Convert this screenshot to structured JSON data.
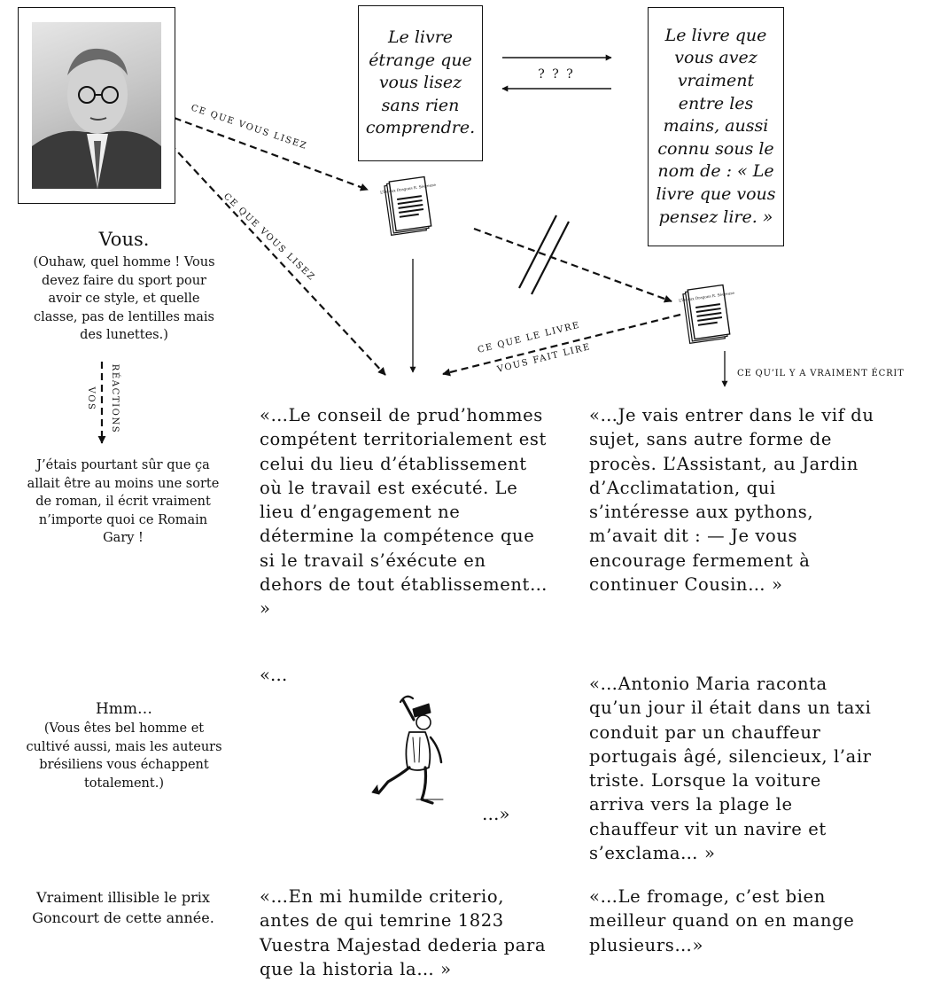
{
  "photo": {
    "caption": "Vous.",
    "description": "(Ouhaw, quel homme ! Vous devez faire du sport pour avoir ce style, et quelle classe, pas de lentilles mais des lunettes.)"
  },
  "boxes": {
    "strange_book": "Le livre étrange que vous lisez sans rien comprendre.",
    "real_book": "Le livre que vous avez vraiment entre les mains, aussi connu sous le nom de : « Le livre que vous pensez lire. »",
    "arrow_label": "? ? ?"
  },
  "arrow_labels": {
    "what_you_read_1": "CE QUE VOUS LISEZ",
    "what_you_read_2": "CE QUE VOUS LISEZ",
    "what_book_makes_read_1": "CE QUE LE LIVRE",
    "what_book_makes_read_2": "VOUS FAIT LIRE",
    "really_written": "CE QU’IL Y A VRAIMENT ÉCRIT",
    "your_reactions_1": "VOS",
    "your_reactions_2": "RÉACTIONS"
  },
  "book_cover_text": "L’Île aux Dragons  R. Sèvreuse",
  "reactions": {
    "row1": "J’étais pourtant sûr que ça allait être au moins une sorte de roman, il écrit vraiment n’importe quoi ce Romain Gary !",
    "row2_title": "Hmm…",
    "row2": "(Vous êtes bel homme et cultivé aussi, mais les auteurs brésiliens vous échappent totalement.)",
    "row3": "Vraiment illisible le prix Goncourt de cette année."
  },
  "quotes": {
    "read_row1": "«…Le conseil de prud’hommes compétent territorialement est celui du lieu d’établissement où le travail est exécuté. Le lieu d’engagement ne détermine la compétence que si le travail s’éxécute en dehors de tout établissement… »",
    "written_row1": "«…Je vais entrer dans le vif du sujet, sans autre forme de procès. L’Assistant, au Jardin d’Acclimatation, qui s’intéresse aux pythons, m’avait dit : — Je vous encourage fermement à continuer Cousin… »",
    "read_row2_open": "«…",
    "read_row2_close": "…»",
    "written_row2": "«…Antonio Maria raconta qu’un jour il était dans un taxi conduit par un chauffeur portugais âgé, silencieux, l’air triste. Lorsque la voiture arriva vers la plage le chauffeur vit un navire et s’exclama… »",
    "read_row3": "«…En mi humilde criterio, antes de qui temrine 1823 Vuestra Majestad dederia para que la historia la… »",
    "written_row3": "«…Le fromage, c’est bien meilleur quand on en mange plusieurs…»"
  }
}
